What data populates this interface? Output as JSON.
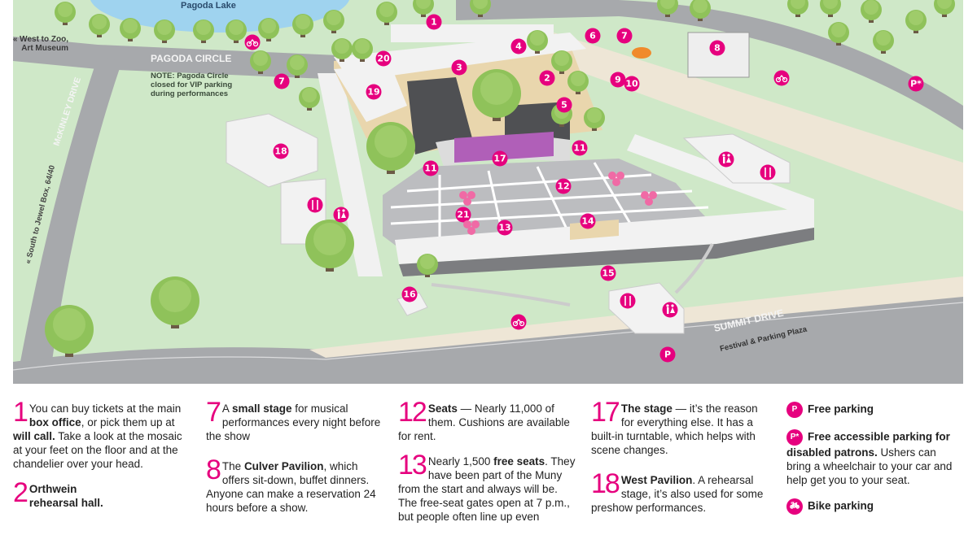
{
  "map": {
    "lake_label": "Pagoda Lake",
    "west_label_1": "« West to Zoo,",
    "west_label_2": "Art Museum",
    "pagoda_circle": "PAGODA CIRCLE",
    "note_1": "NOTE: Pagoda Circle",
    "note_2": "closed for VIP parking",
    "note_3": "during performances",
    "mckinley": "McKINLEY DRIVE",
    "south_label": "« South to Jewel Box, 64/40",
    "summit": "SUMMIT DRIVE",
    "plaza": "Festival & Parking Plaza",
    "markers": [
      "1",
      "2",
      "3",
      "4",
      "5",
      "6",
      "7",
      "7",
      "8",
      "9",
      "10",
      "11",
      "11",
      "12",
      "13",
      "14",
      "15",
      "16",
      "17",
      "18",
      "19",
      "20",
      "21"
    ],
    "parking": "P",
    "accessible_parking": "P*",
    "colors": {
      "accent": "#e6007e",
      "grass": "#cfe8c8",
      "road": "#a7a9ac",
      "building": "#f2f2f2",
      "wall": "#e9d6ad",
      "stage": "#b05fb8"
    }
  },
  "legend": {
    "i1": {
      "n": "1",
      "a": "You can buy tickets at the main ",
      "b1": "box office",
      "c": ", or pick them up at ",
      "b2": "will call.",
      "d": " Take a look at the mosaic at your feet on the floor and at the chandelier over your head."
    },
    "i2": {
      "n": "2",
      "b1": "Orthwein rehearsal hall."
    },
    "i7": {
      "n": "7",
      "a": "A ",
      "b1": "small stage",
      "c": " for musical performances every night before the show"
    },
    "i8": {
      "n": "8",
      "a": "The ",
      "b1": "Culver Pavilion",
      "c": ", which offers sit-down, buffet dinners. Anyone can make a reservation 24 hours before a show."
    },
    "i12": {
      "n": "12",
      "b1": "Seats",
      "c": " — Nearly 11,000 of them. Cushions are available for rent."
    },
    "i13": {
      "n": "13",
      "a": "Nearly 1,500 ",
      "b1": "free seats",
      "c": ". They have been part of the Muny from the start and always will be. The free-seat gates open at 7 p.m., but people often line up even"
    },
    "i17": {
      "n": "17",
      "b1": "The stage",
      "c": " — it’s the reason for everything else. It has a built-in turntable, which helps with scene changes."
    },
    "i18": {
      "n": "18",
      "b1": "West Pavilion",
      "c": ". A rehearsal stage, it’s also used for some preshow performances."
    },
    "free_parking": {
      "icon": "P",
      "b1": "Free parking"
    },
    "accessible": {
      "icon": "P*",
      "b1": "Free accessible parking for disabled patrons.",
      "c": " Ushers can bring a wheelchair to your car and help get you to your seat."
    },
    "bike": {
      "icon": "bike-icon",
      "b1": "Bike parking"
    }
  }
}
